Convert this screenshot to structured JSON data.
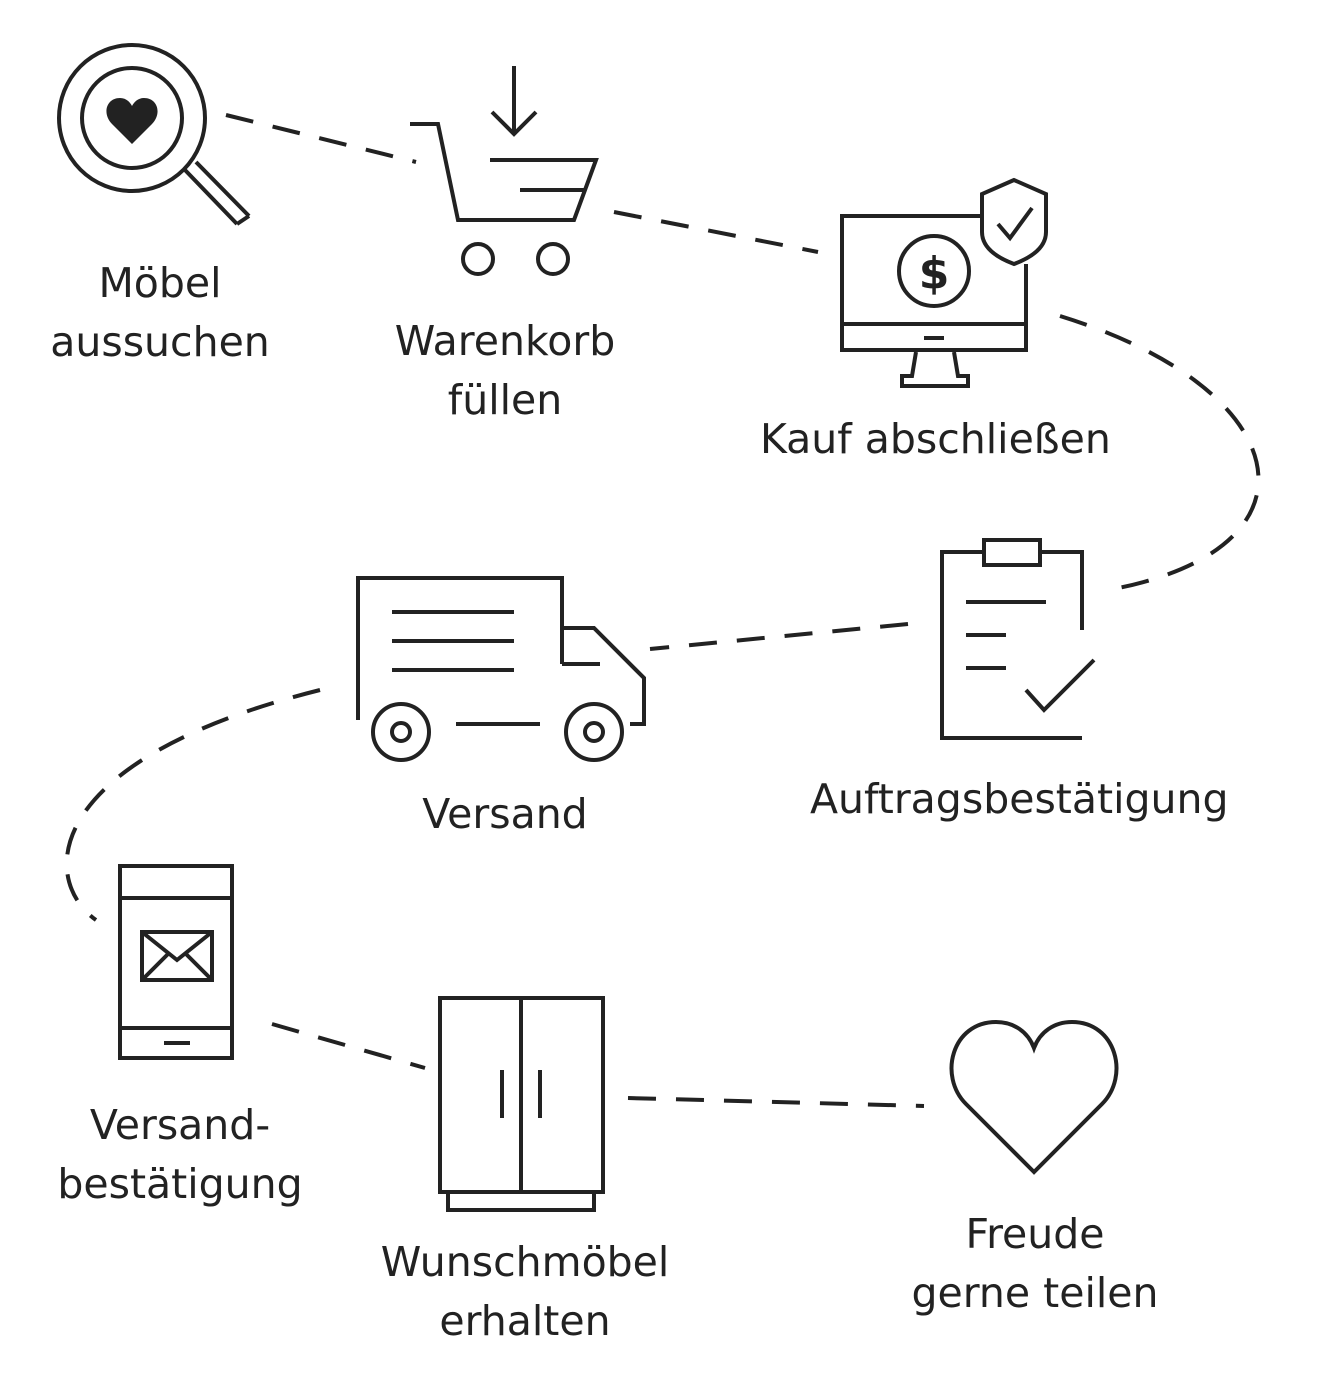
{
  "colors": {
    "stroke": "#222222",
    "background": "#ffffff"
  },
  "steps": [
    {
      "icon": "magnifier-heart-icon",
      "lines": [
        "Möbel",
        "aussuchen"
      ]
    },
    {
      "icon": "shopping-cart-icon",
      "lines": [
        "Warenkorb",
        "füllen"
      ]
    },
    {
      "icon": "monitor-secure-payment-icon",
      "lines": [
        "Kauf abschließen"
      ],
      "glyph": "$"
    },
    {
      "icon": "clipboard-check-icon",
      "lines": [
        "Auftragsbestätigung"
      ]
    },
    {
      "icon": "delivery-truck-icon",
      "lines": [
        "Versand"
      ]
    },
    {
      "icon": "phone-mail-icon",
      "lines": [
        "Versand-",
        "bestätigung"
      ]
    },
    {
      "icon": "wardrobe-icon",
      "lines": [
        "Wunschmöbel",
        "erhalten"
      ]
    },
    {
      "icon": "heart-icon",
      "lines": [
        "Freude",
        "gerne teilen"
      ]
    }
  ]
}
